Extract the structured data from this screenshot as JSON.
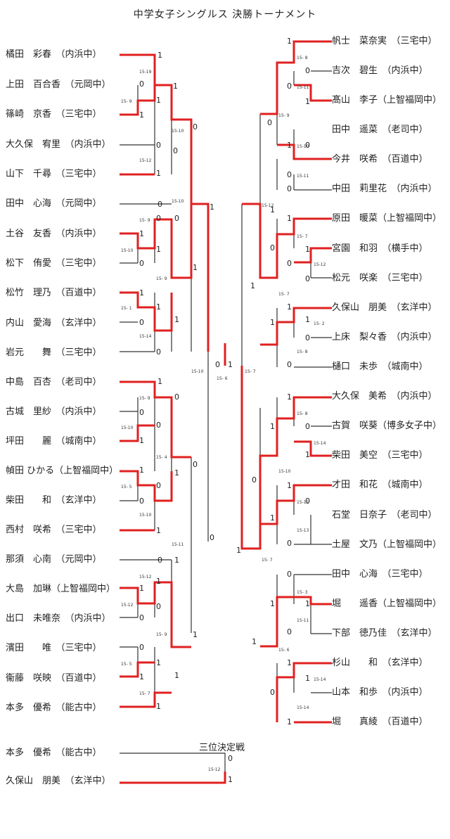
{
  "title": "中学女子シングルス 決勝トーナメント",
  "third_place": {
    "title": "三位決定戦",
    "players": [
      "本多　優希　（能古中）",
      "久保山　朋美　（玄洋中）"
    ],
    "score_label": "15-12",
    "score_top": "0",
    "score_bottom": "1"
  },
  "left_players": [
    "橘田　彩春　（内浜中）",
    "上田　百合香　（元岡中）",
    "篠崎　京香　（三宅中）",
    "大久保　宥里　（内浜中）",
    "山下　千尋　（三宅中）",
    "田中　心海　（元岡中）",
    "土谷　友香　（内浜中）",
    "松下　侑愛　（三宅中）",
    "松竹　理乃　（百道中）",
    "内山　愛海　（玄洋中）",
    "岩元　　舞　（三宅中）",
    "中島　百杏　（老司中）",
    "古城　里紗　（内浜中）",
    "坪田　　麗　（城南中）",
    "幀田 ひかる（上智福岡中）",
    "柴田　　和　（玄洋中）",
    "西村　咲希　（三宅中）",
    "那須　心南　（元岡中）",
    "大島　加琳（上智福岡中）",
    "出口　未唯奈　（内浜中）",
    "濱田　　唯　（三宅中）",
    "衞藤　咲映　（百道中）",
    "本多　優希　（能古中）"
  ],
  "right_players": [
    "帆士　菜奈実　（三宅中）",
    "吉次　碧生　（内浜中）",
    "髙山　李子（上智福岡中）",
    "田中　遥菜　（老司中）",
    "今井　咲希　（百道中）",
    "中田　莉里花　（内浜中）",
    "原田　暖菜（上智福岡中）",
    "宮園　和羽　（横手中）",
    "松元　咲楽　（三宅中）",
    "久保山　朋美　（玄洋中）",
    "上床　梨々香　（内浜中）",
    "樋口　未歩　（城南中）",
    "大久保　美希　（内浜中）",
    "古賀　咲葵（博多女子中）",
    "柴田　美空　（三宅中）",
    "才田　和花　（城南中）",
    "石堂　日奈子　（老司中）",
    "土屋　文乃（上智福岡中）",
    "田中　心海　（三宅中）",
    "堀　　遥香（上智福岡中）",
    "下部　徳乃佳　（玄洋中）",
    "杉山　　和　（玄洋中）",
    "山本　和歩　（内浜中）",
    "堀　　真綾　（百道中）"
  ],
  "colors": {
    "win": "#e02020",
    "line": "#333333"
  }
}
